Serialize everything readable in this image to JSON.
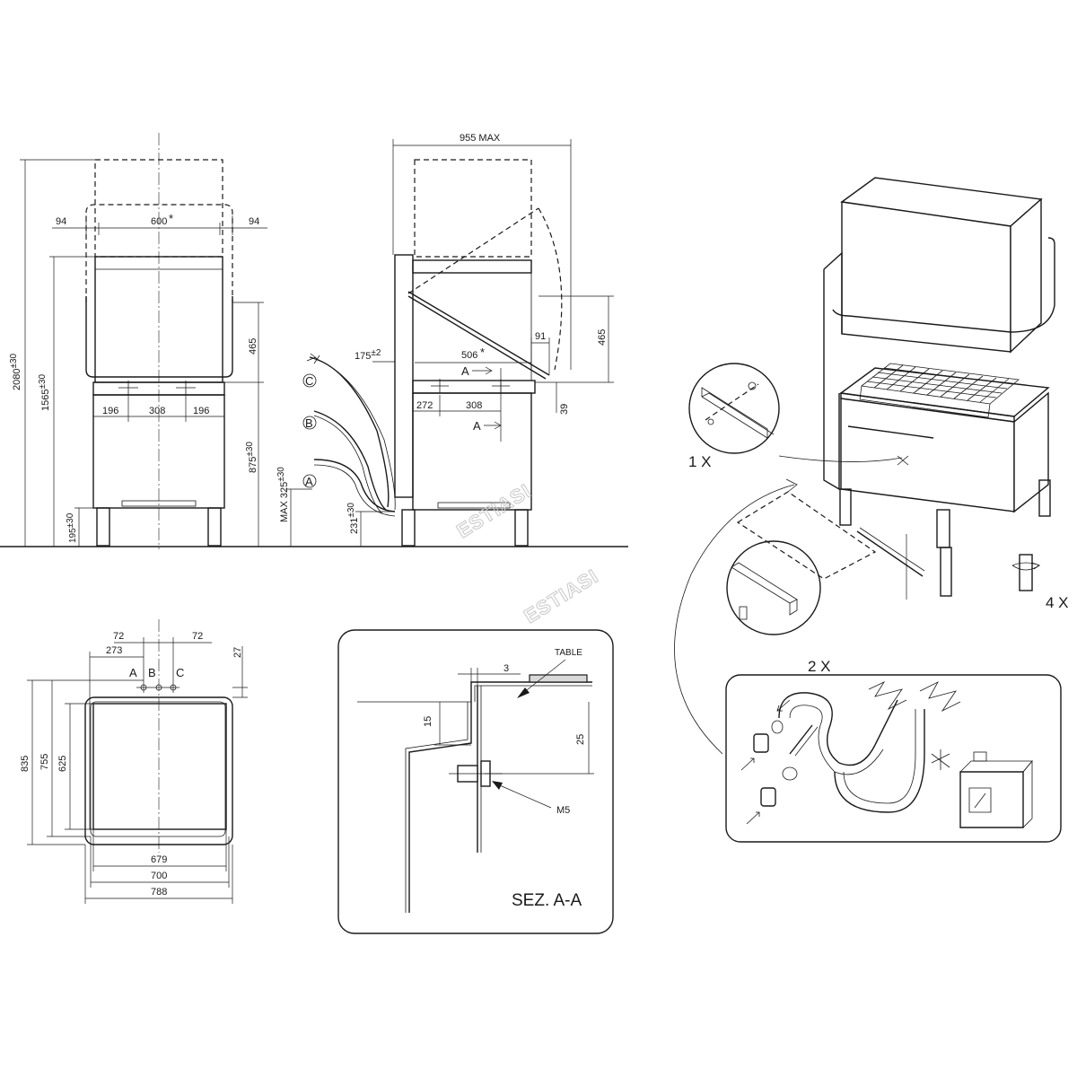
{
  "front_view": {
    "total_height": "2080",
    "total_height_tol": "±30",
    "open_height": "1565",
    "open_height_tol": "±30",
    "width_label": "600",
    "width_mark": "*",
    "side_left": "94",
    "side_right": "94",
    "hood_height": "465",
    "table_height": "875",
    "table_height_tol": "±30",
    "leg_height": "195",
    "leg_height_tol": "±30",
    "hole_left": "196",
    "hole_mid": "308",
    "hole_right": "196"
  },
  "side_view": {
    "max_depth": "955 MAX",
    "left_offset": "175",
    "left_offset_tol": "±2",
    "depth": "506",
    "depth_mark": "*",
    "front_gap": "91",
    "hood_height": "465",
    "lower_gap": "39",
    "hole_a": "272",
    "hole_b": "308",
    "section_marker": "A",
    "drain_max": "MAX 325",
    "drain_max_tol": "±30",
    "inlet_height": "231",
    "inlet_height_tol": "±30",
    "connections": [
      "C",
      "B",
      "A"
    ]
  },
  "top_view": {
    "dim_72_left": "72",
    "dim_72_right": "72",
    "dim_273": "273",
    "dim_27": "27",
    "conn_labels": [
      "A",
      "B",
      "C"
    ],
    "depth_outer": "835",
    "depth_mid": "755",
    "depth_inner": "625",
    "width_inner": "679",
    "width_mid": "700",
    "width_outer": "788"
  },
  "section": {
    "table_label": "TABLE",
    "dim_3": "3",
    "dim_15": "15",
    "dim_25": "25",
    "screw_label": "M5",
    "title": "SEZ. A-A"
  },
  "iso": {
    "qty_1": "1 X",
    "qty_2": "2 X",
    "qty_4": "4 X"
  },
  "watermark": "ESTIASI"
}
